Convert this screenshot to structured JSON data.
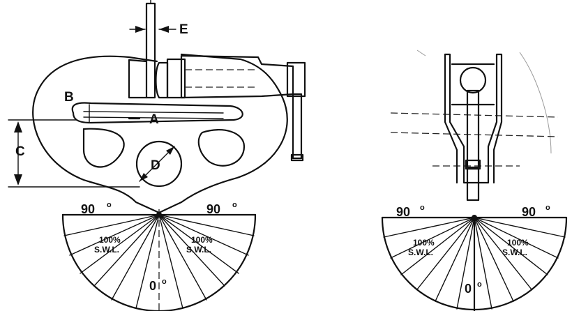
{
  "side_view": {
    "labels": {
      "a": "A",
      "b": "B",
      "c": "C",
      "d": "D",
      "e": "E"
    },
    "protractor": {
      "left_angle": "90",
      "right_angle": "90",
      "bottom_angle": "0",
      "degree_mark": "o",
      "left_capacity_pct": "100%",
      "left_capacity_unit": "S.W.L.",
      "right_capacity_pct": "100%",
      "right_capacity_unit": "S.W.L."
    }
  },
  "front_view": {
    "protractor": {
      "left_angle": "90",
      "right_angle": "90",
      "bottom_angle": "0",
      "degree_mark": "o",
      "left_capacity_pct": "100%",
      "left_capacity_unit": "S.W.L.",
      "right_capacity_pct": "100%",
      "right_capacity_unit": "S.W.L."
    }
  }
}
